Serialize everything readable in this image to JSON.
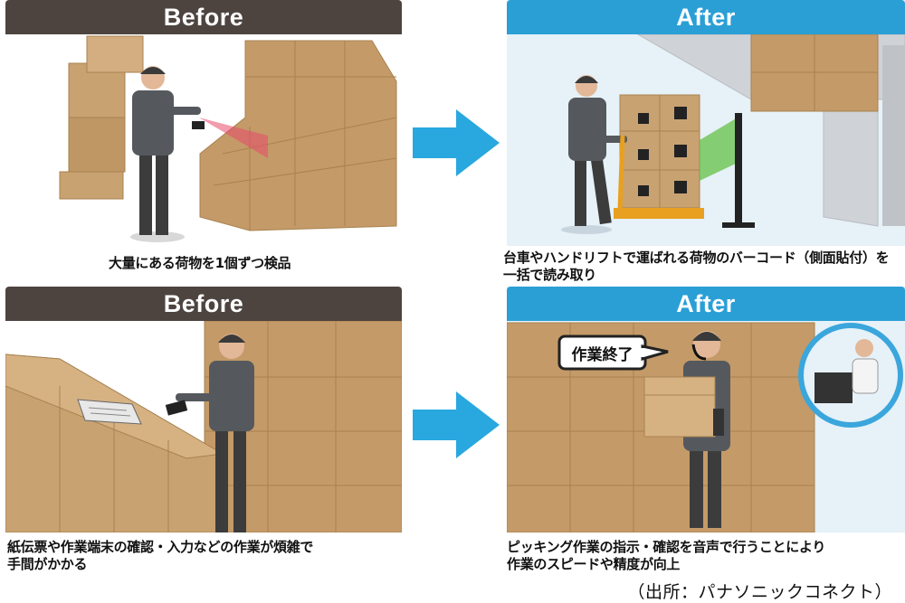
{
  "panels": {
    "before1": {
      "header": "Before",
      "caption": "大量にある荷物を1個ずつ検品"
    },
    "after1": {
      "header": "After",
      "caption_line1": "台車やハンドリフトで運ばれる荷物のバーコード（側面貼付）を",
      "caption_line2": "一括で読み取り"
    },
    "before2": {
      "header": "Before",
      "caption_line1": "紙伝票や作業端末の確認・入力などの作業が煩雑で",
      "caption_line2": "手間がかかる"
    },
    "after2": {
      "header": "After",
      "speech": "作業終了",
      "caption_line1": "ピッキング作業の指示・確認を音声で行うことにより",
      "caption_line2": "作業のスピードや精度が向上"
    }
  },
  "source": "（出所：パナソニックコネクト）",
  "colors": {
    "before_header": "#4d4440",
    "after_header": "#2a9fd6",
    "arrow": "#29a7df",
    "box": "#c9a272",
    "after_bg": "#e6f1f8"
  }
}
